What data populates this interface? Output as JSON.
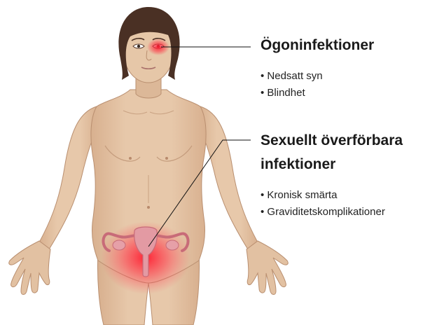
{
  "colors": {
    "skin": "#e3c3a4",
    "skin_shadow": "#c9a283",
    "hair": "#4a3024",
    "highlight_red": "#ff2a3a",
    "organ": "#d9838e",
    "leader_line": "#111111",
    "text": "#1a1a1a"
  },
  "illustration": {
    "subject": "female-body-figure",
    "highlights": [
      "eye",
      "reproductive-organs"
    ]
  },
  "callouts": {
    "eye": {
      "heading": "Ögoninfektioner",
      "items": [
        "• Nedsatt syn",
        "• Blindhet"
      ]
    },
    "sti": {
      "heading_line1": "Sexuellt överförbara",
      "heading_line2": "infektioner",
      "items": [
        "• Kronisk smärta",
        "• Graviditetskomplikationer"
      ]
    }
  }
}
